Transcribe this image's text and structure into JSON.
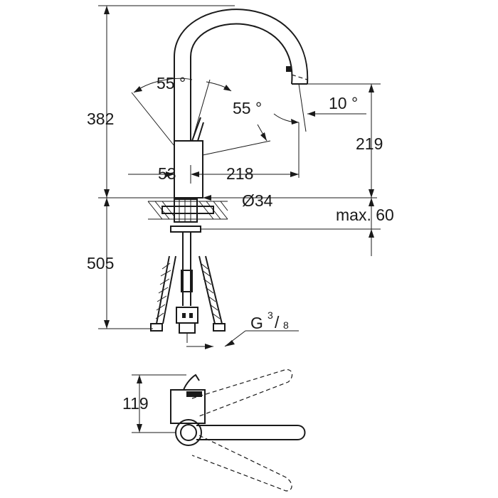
{
  "dimensions": {
    "height_total": "382",
    "angle_handle_left": "55 °",
    "angle_handle_right": "55 °",
    "angle_spout_tilt": "10 °",
    "spout_height": "219",
    "body_width": "53",
    "spout_reach": "218",
    "hole_diameter": "Ø34",
    "max_thickness": "max. 60",
    "below_deck": "505",
    "connection_thread_main": "G",
    "connection_thread_num": "3",
    "connection_thread_den": "8",
    "top_view_depth": "119"
  },
  "colors": {
    "line": "#1a1a1a",
    "background": "#ffffff"
  }
}
